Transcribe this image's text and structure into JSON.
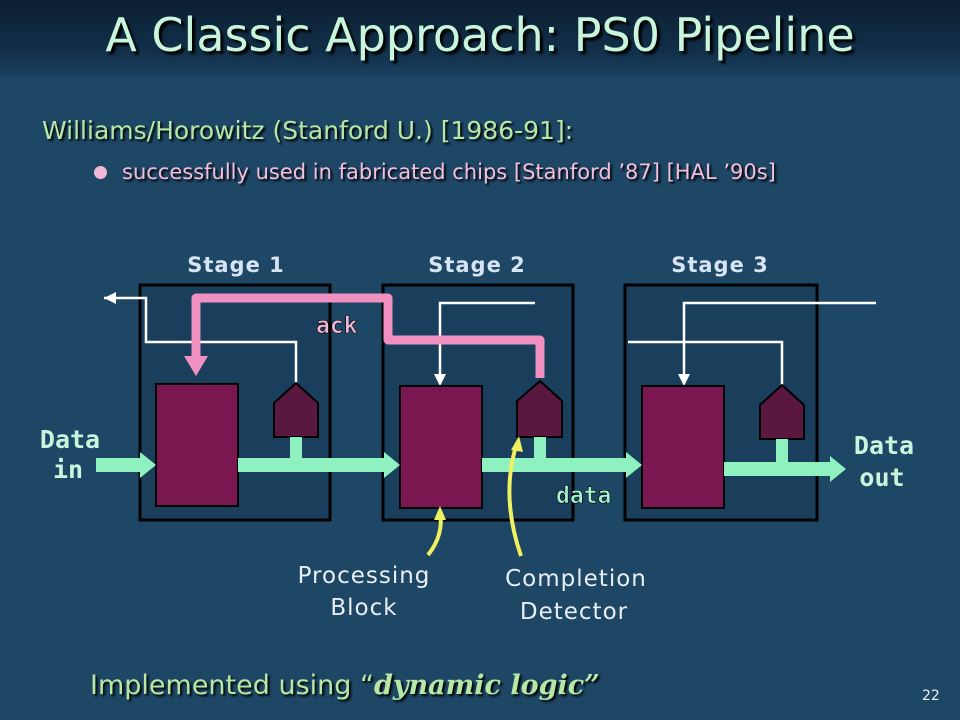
{
  "slide": {
    "title": "A Classic Approach:  PS0 Pipeline",
    "subtitle": "Williams/Horowitz (Stanford U.) [1986-91]:",
    "bullet": "successfully used in fabricated chips [Stanford ’87] [HAL ’90s]",
    "footer_prefix": "Implemented using “",
    "footer_emphasis": "dynamic logic”",
    "slide_number": "22"
  },
  "diagram": {
    "stages": [
      "Stage 1",
      "Stage 2",
      "Stage 3"
    ],
    "data_in": [
      "Data",
      "in"
    ],
    "data_out": [
      "Data",
      "out"
    ],
    "ack_label": "ack",
    "data_label": "data",
    "processing_block": [
      "Processing",
      "Block"
    ],
    "completion_detector": [
      "Completion",
      "Detector"
    ]
  },
  "colors": {
    "background": "#1e4766",
    "stage_box": "#1a3f5c",
    "block_fill": "#7a1650",
    "detector_fill": "#5a1840",
    "data_bus": "#8ff0c0",
    "ack_wire": "#f090c0",
    "callout": "#f0f060"
  }
}
